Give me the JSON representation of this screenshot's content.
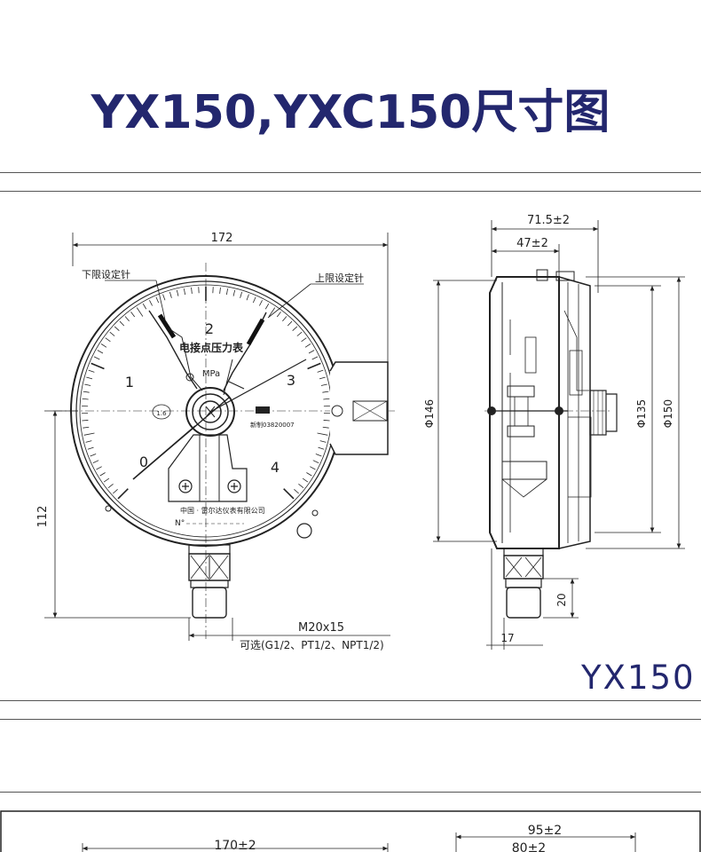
{
  "title": "YX150,YXC150尺寸图",
  "model_label": "YX150",
  "front_view": {
    "dim_overall_width": "172",
    "dim_height": "112",
    "thread": "M20x15",
    "thread_options": "可选(G1/2、PT1/2、NPT1/2)",
    "lower_pointer_label": "下限设定针",
    "upper_pointer_label": "上限设定针",
    "dial_name": "电接点压力表",
    "unit": "MPa",
    "accuracy": "1.6",
    "license": "新制03820007",
    "manufacturer": "中国 · 雷尔达仪表有限公司",
    "serial_prefix": "N°",
    "scale_numbers": [
      "0",
      "1",
      "2",
      "3",
      "4"
    ]
  },
  "side_view": {
    "dim_depth_total": "71.5±2",
    "dim_depth_front": "47±2",
    "dim_dia_146": "Φ146",
    "dim_dia_135": "Φ135",
    "dim_dia_150": "Φ150",
    "dim_20": "20",
    "dim_17": "17"
  },
  "next_section": {
    "dim_width": "170±2",
    "dim_depth_total": "95±2",
    "dim_depth_front": "80±2"
  }
}
